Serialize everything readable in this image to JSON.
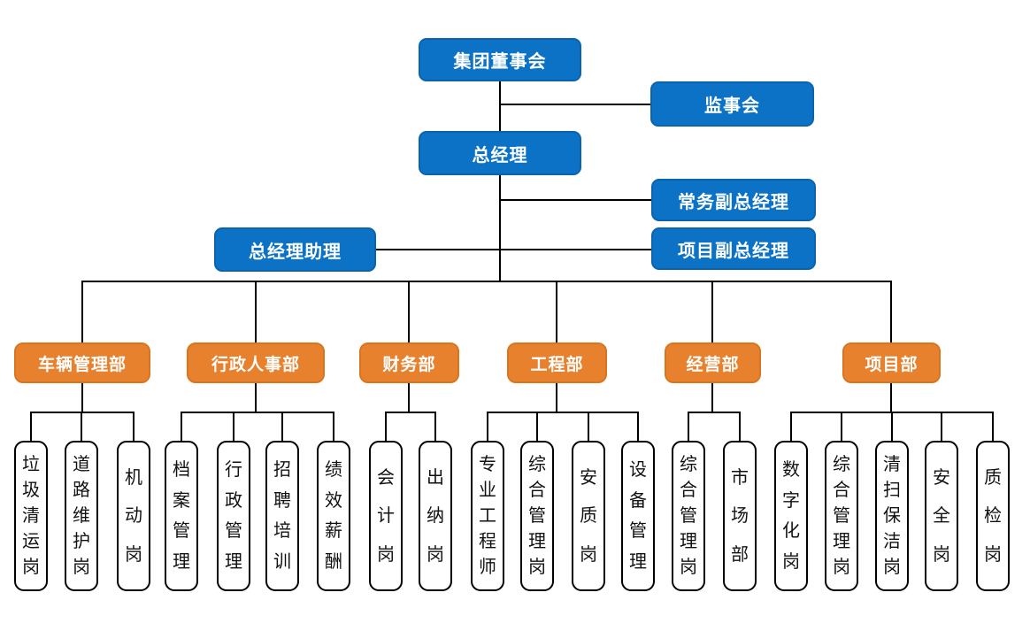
{
  "colors": {
    "blue": "#0b72c6",
    "orange": "#e8812d",
    "line": "#000000"
  },
  "executive": {
    "board": "集团董事会",
    "supervisory_board": "监事会",
    "general_manager": "总经理",
    "executive_deputy_gm": "常务副总经理",
    "gm_assistant": "总经理助理",
    "project_deputy_gm": "项目副总经理"
  },
  "departments": [
    {
      "name": "车辆管理部",
      "positions": [
        "垃圾清运岗",
        "道路维护岗",
        "机动岗"
      ]
    },
    {
      "name": "行政人事部",
      "positions": [
        "档案管理",
        "行政管理",
        "招聘培训",
        "绩效薪酬"
      ]
    },
    {
      "name": "财务部",
      "positions": [
        "会计岗",
        "出纳岗"
      ]
    },
    {
      "name": "工程部",
      "positions": [
        "专业工程师",
        "综合管理岗",
        "安质岗",
        "设备管理"
      ]
    },
    {
      "name": "经营部",
      "positions": [
        "综合管理岗",
        "市场部"
      ]
    },
    {
      "name": "项目部",
      "positions": [
        "数字化岗",
        "综合管理岗",
        "清扫保洁岗",
        "安全岗",
        "质检岗"
      ]
    }
  ]
}
